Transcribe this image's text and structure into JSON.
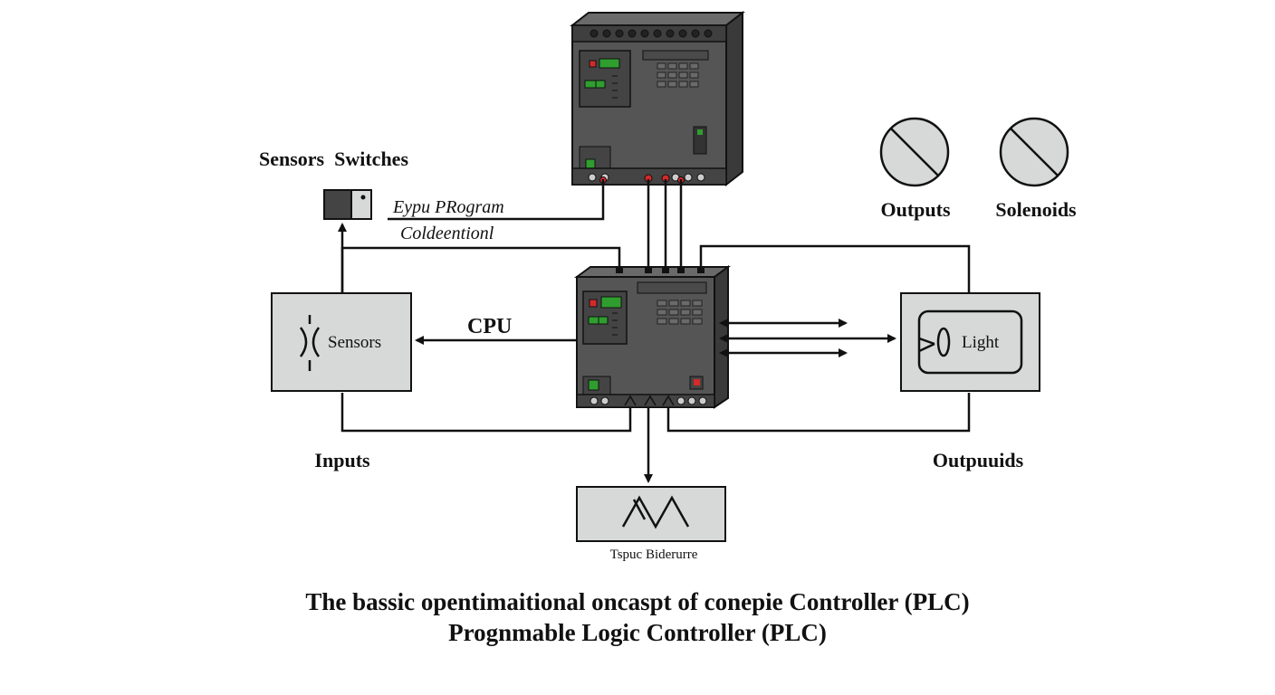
{
  "labels": {
    "sensors_switches": "Sensors  Switches",
    "program_line1": "Eypu PRogram",
    "program_line2": "Coldeentionl",
    "outputs_top": "Outputs",
    "solenoids": "Solenoids",
    "cpu": "CPU",
    "sensors_box": "Sensors",
    "light_box": "Light",
    "inputs": "Inputs",
    "outputs_bottom": "Outpuuids",
    "bottom_box": "Tspuc Biderurre"
  },
  "caption": {
    "line1": "The bassic opentimaitional oncaspt of conepie Controller (PLC)",
    "line2": "Prognmable Logic  Controller (PLC)"
  },
  "colors": {
    "plc_body": "#555555",
    "plc_dark": "#3a3a3a",
    "plc_panel": "#4a4a4a",
    "led_green": "#2f9e2f",
    "led_red": "#d42a2a",
    "box_fill": "#d6d9d8",
    "line": "#111111"
  },
  "icons": {
    "sensor_symbol": "sensor-proximity-icon",
    "light_symbol": "lamp-icon",
    "bottom_symbol": "actuator-zigzag-icon",
    "output_circles": "prohibited-circle-icon"
  }
}
